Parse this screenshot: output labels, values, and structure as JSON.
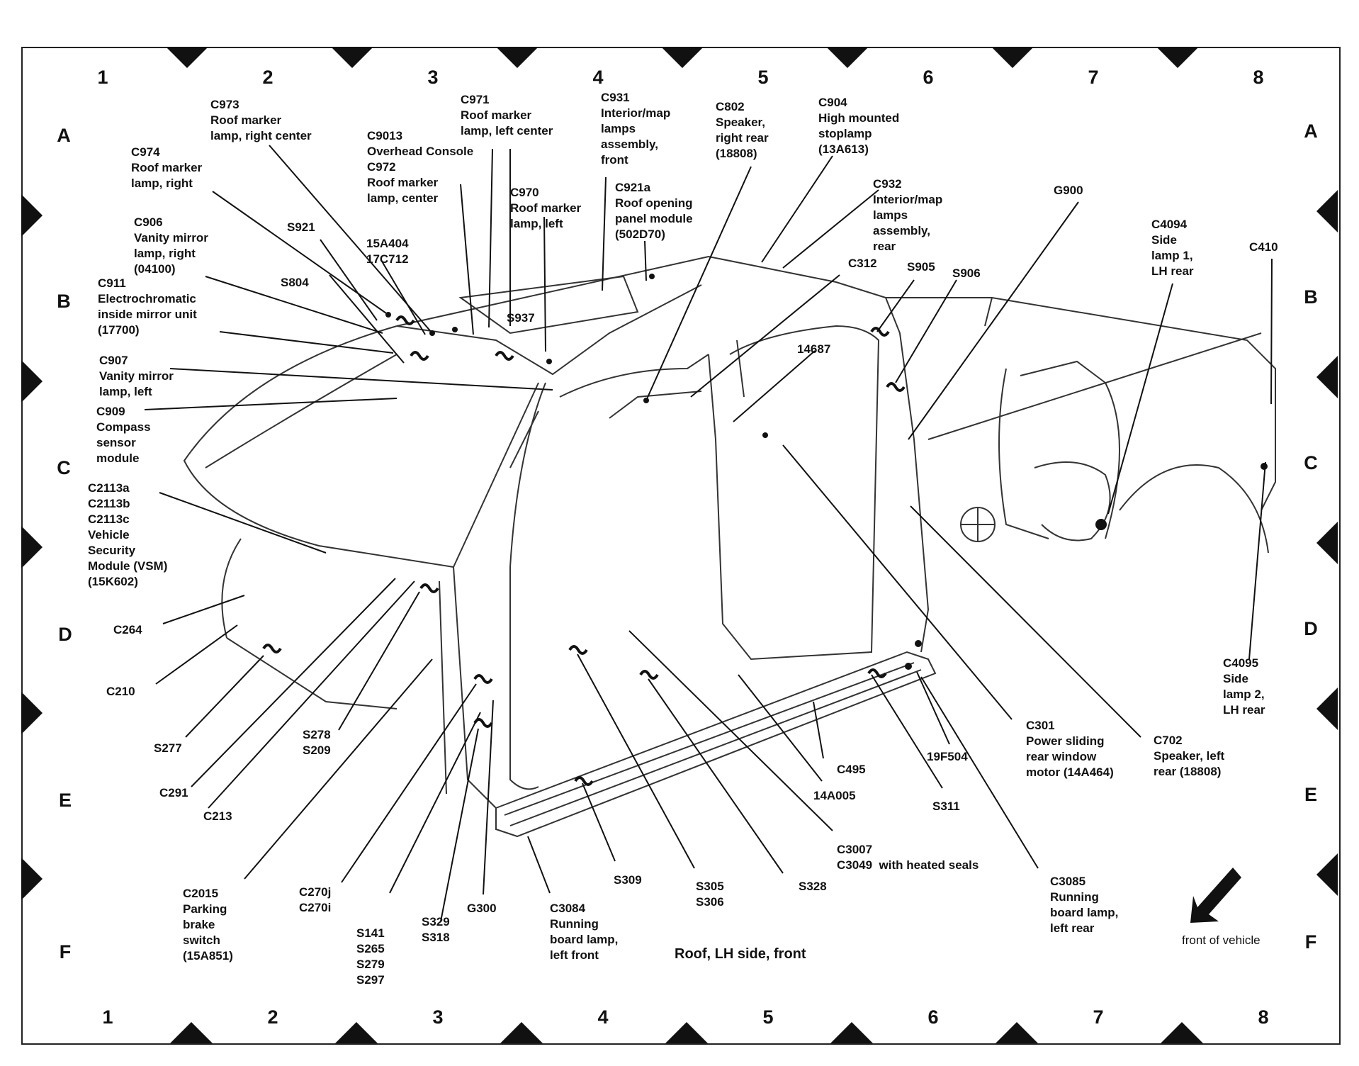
{
  "grid": {
    "columns": [
      "1",
      "2",
      "3",
      "4",
      "5",
      "6",
      "7",
      "8"
    ],
    "rows": [
      "A",
      "B",
      "C",
      "D",
      "E",
      "F"
    ]
  },
  "caption": "Roof, LH side, front",
  "direction_label": "front of vehicle",
  "direction_icon": "arrow-down-left-icon",
  "labels": {
    "c973": "C973\nRoof marker\nlamp, right center",
    "c974": "C974\nRoof marker\nlamp, right",
    "c9013": "C9013\nOverhead Console\nC972\nRoof marker\nlamp, center",
    "c971": "C971\nRoof marker\nlamp, left center",
    "c931": "C931\nInterior/map\nlamps\nassembly,\nfront",
    "c802": "C802\nSpeaker,\nright rear\n(18808)",
    "c904": "C904\nHigh mounted\nstoplamp\n(13A613)",
    "c932": "C932\nInterior/map\nlamps\nassembly,\nrear",
    "g900": "G900",
    "c906": "C906\nVanity mirror\nlamp, right\n(04100)",
    "s921": "S921",
    "a15a404": "15A404\n17C712",
    "c970": "C970\nRoof marker\nlamp, left",
    "c921a": "C921a\nRoof opening\npanel module\n(502D70)",
    "c312": "C312",
    "s905": "S905",
    "s906": "S906",
    "c4094": "C4094\nSide\nlamp 1,\nLH rear",
    "c410": "C410",
    "c911": "C911\nElectrochromatic\ninside mirror unit\n(17700)",
    "s804": "S804",
    "s937": "S937",
    "c907": "C907\nVanity mirror\nlamp, left",
    "n14687": "14687",
    "c909": "C909\nCompass\nsensor\nmodule",
    "c2113": "C2113a\nC2113b\nC2113c\nVehicle\nSecurity\nModule (VSM)\n(15K602)",
    "c264": "C264",
    "c210": "C210",
    "s277": "S277",
    "c291": "C291",
    "c213": "C213",
    "s278": "S278\nS209",
    "c301": "C301\nPower sliding\nrear window\nmotor (14A464)",
    "c702": "C702\nSpeaker, left\nrear (18808)",
    "c4095": "C4095\nSide\nlamp 2,\nLH rear",
    "c495": "C495",
    "n19f504": "19F504",
    "n14a005": "14A005",
    "s311": "S311",
    "c3007": "C3007\nC3049  with heated seals",
    "c2015": "C2015\nParking\nbrake\nswitch\n(15A851)",
    "c270": "C270j\nC270i",
    "s141": "S141\nS265\nS279\nS297",
    "s329": "S329\nS318",
    "g300": "G300",
    "c3084": "C3084\nRunning\nboard lamp,\nleft front",
    "s309": "S309",
    "s305": "S305\nS306",
    "s328": "S328",
    "c3085": "C3085\nRunning\nboard lamp,\nleft rear"
  }
}
